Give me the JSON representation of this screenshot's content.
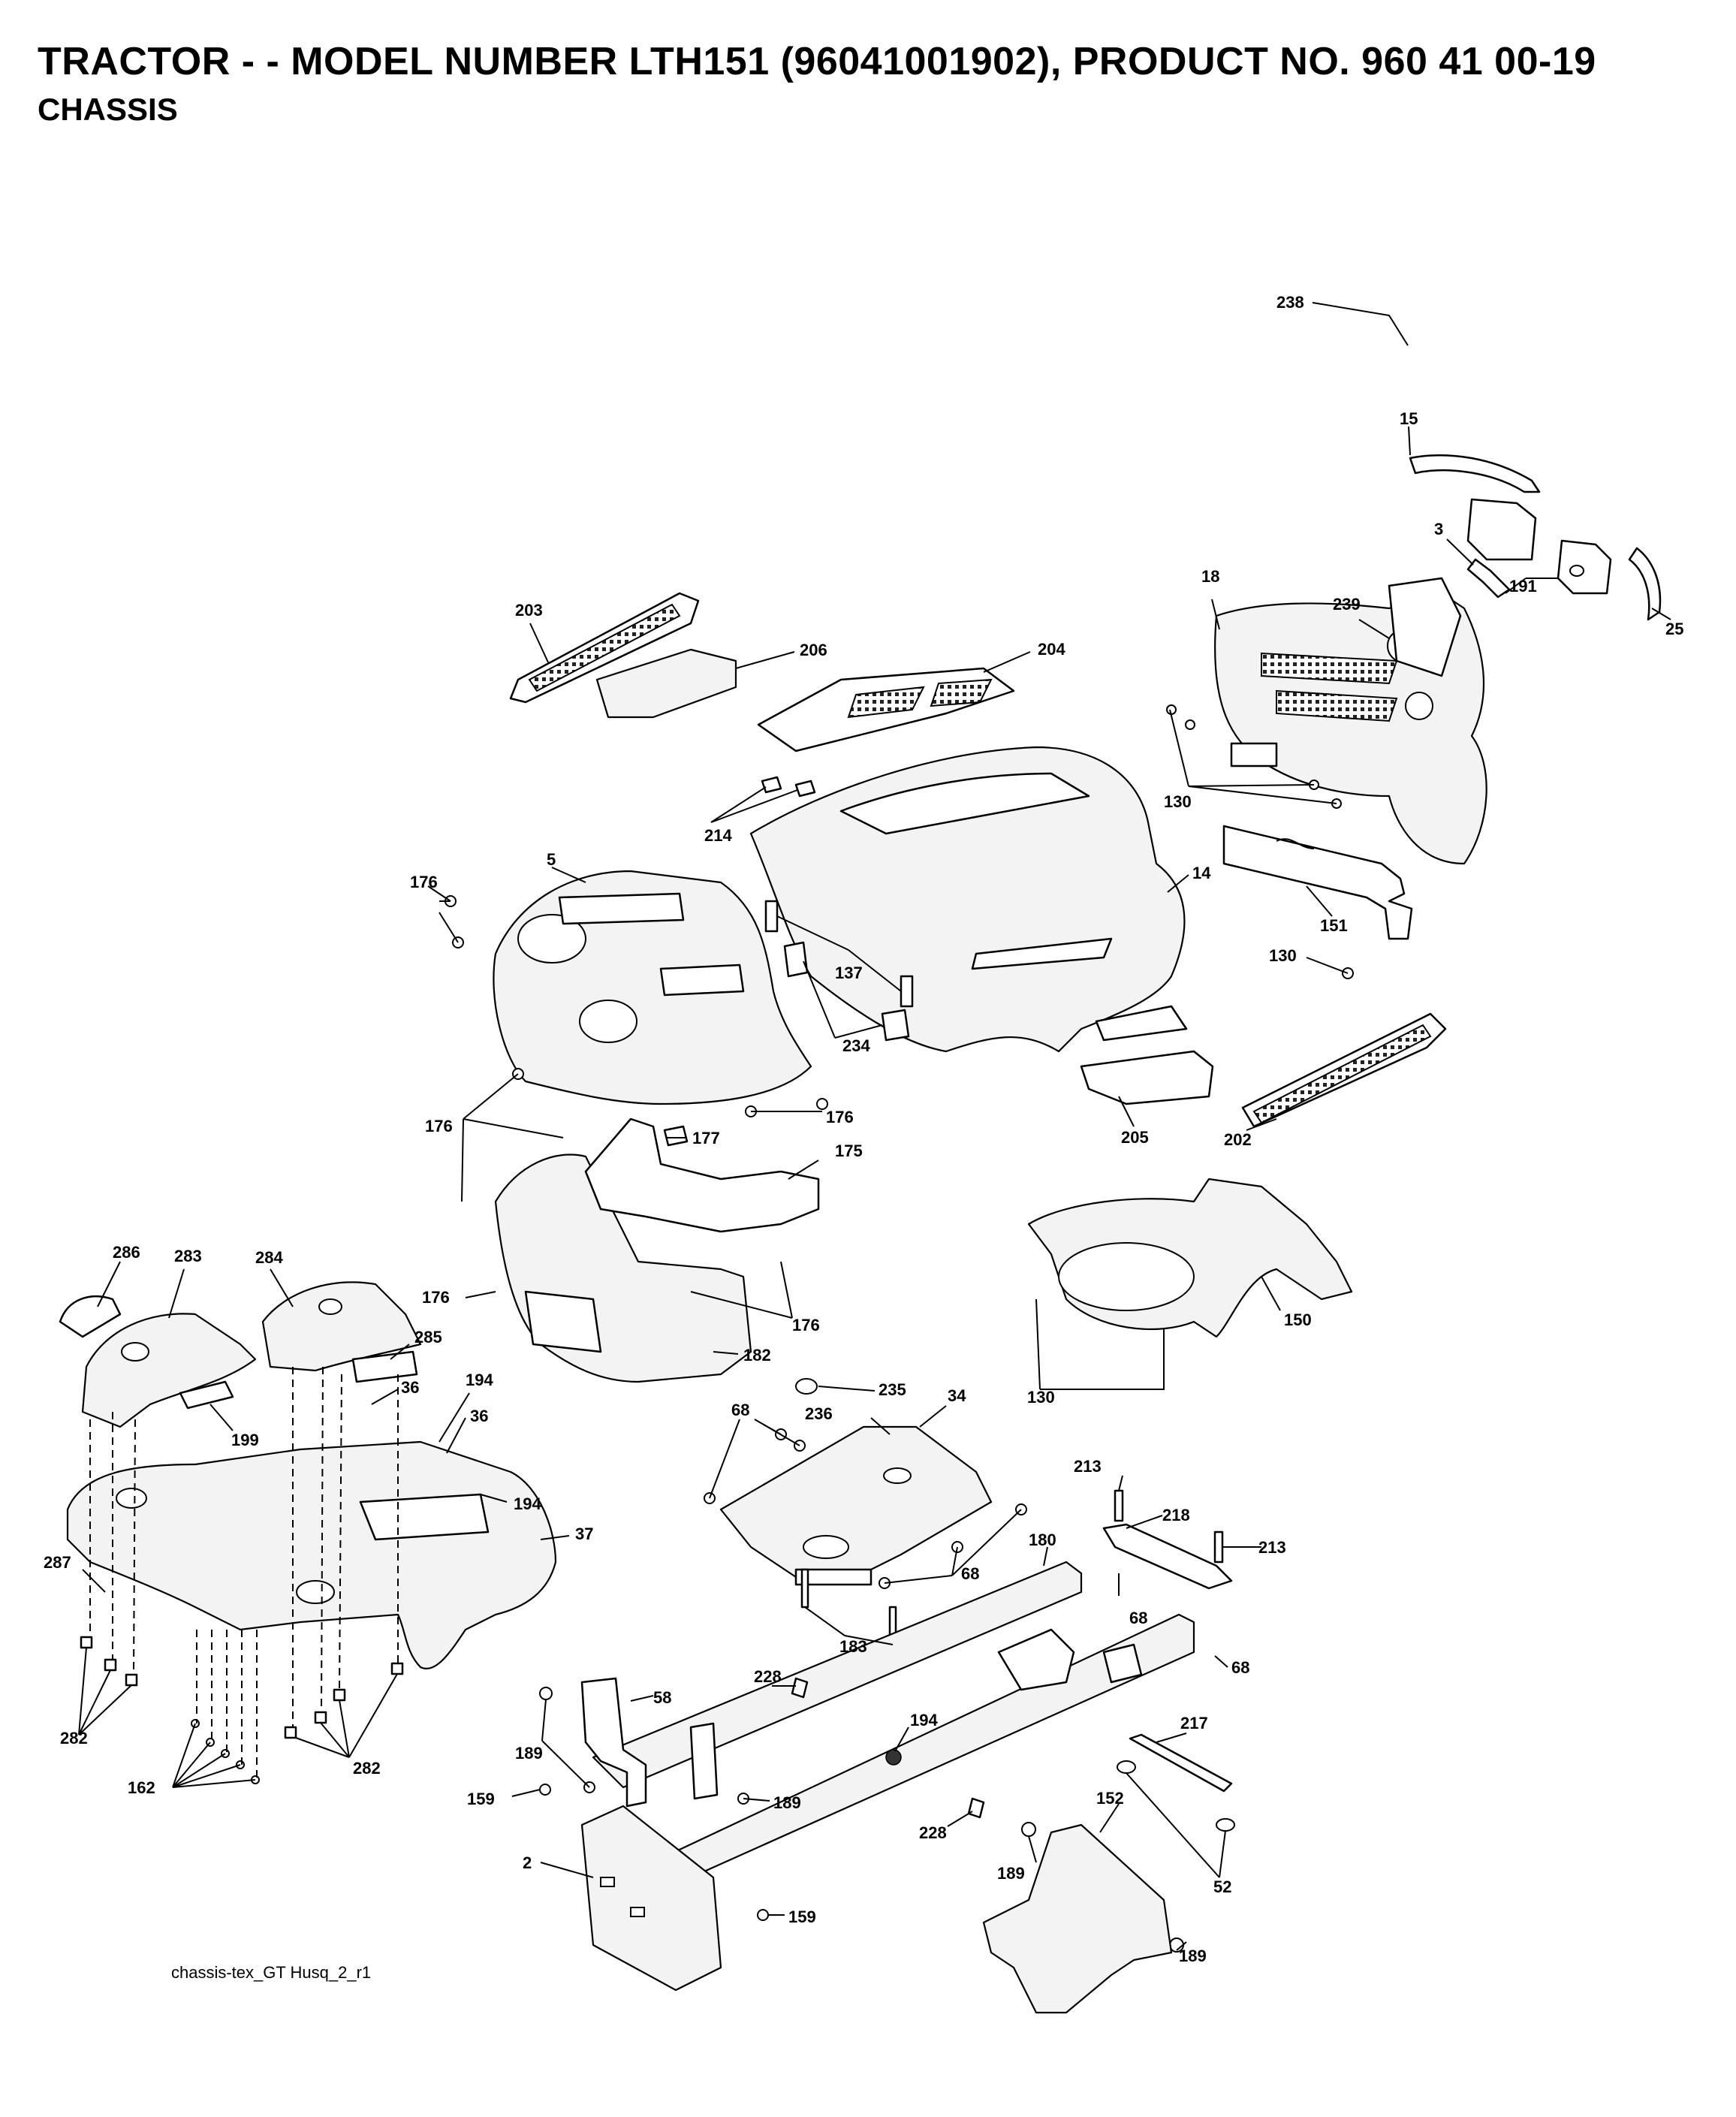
{
  "header": {
    "title": "TRACTOR - - MODEL NUMBER LTH151 (96041001902), PRODUCT NO. 960 41 00-19",
    "subtitle": "CHASSIS"
  },
  "footer": {
    "drawing_ref": "chassis-tex_GT Husq_2_r1"
  },
  "callouts": {
    "c15": "15",
    "c3": "3",
    "c191": "191",
    "c25": "25",
    "c238": "238",
    "c18": "18",
    "c239": "239",
    "c203": "203",
    "c206": "206",
    "c204": "204",
    "c214": "214",
    "c130a": "130",
    "c14": "14",
    "c151": "151",
    "c130b": "130",
    "c5": "5",
    "c176a": "176",
    "c137": "137",
    "c234": "234",
    "c176b": "176",
    "c205": "205",
    "c202": "202",
    "c176c": "176",
    "c177": "177",
    "c175": "175",
    "c176d": "176",
    "c176e": "176",
    "c182": "182",
    "c150": "150",
    "c130c": "130",
    "c286": "286",
    "c283": "283",
    "c284": "284",
    "c285": "285",
    "c36a": "36",
    "c194a": "194",
    "c36b": "36",
    "c199": "199",
    "c194b": "194",
    "c37": "37",
    "c68a": "68",
    "c235": "235",
    "c236": "236",
    "c34": "34",
    "c213a": "213",
    "c218": "218",
    "c213b": "213",
    "c180": "180",
    "c68b": "68",
    "c68c": "68",
    "c183": "183",
    "c68d": "68",
    "c287": "287",
    "c282a": "282",
    "c282b": "282",
    "c162": "162",
    "c228a": "228",
    "c58": "58",
    "c194c": "194",
    "c217": "217",
    "c189a": "189",
    "c189b": "189",
    "c159a": "159",
    "c228b": "228",
    "c152": "152",
    "c2": "2",
    "c189c": "189",
    "c52": "52",
    "c159b": "159",
    "c189d": "189"
  }
}
